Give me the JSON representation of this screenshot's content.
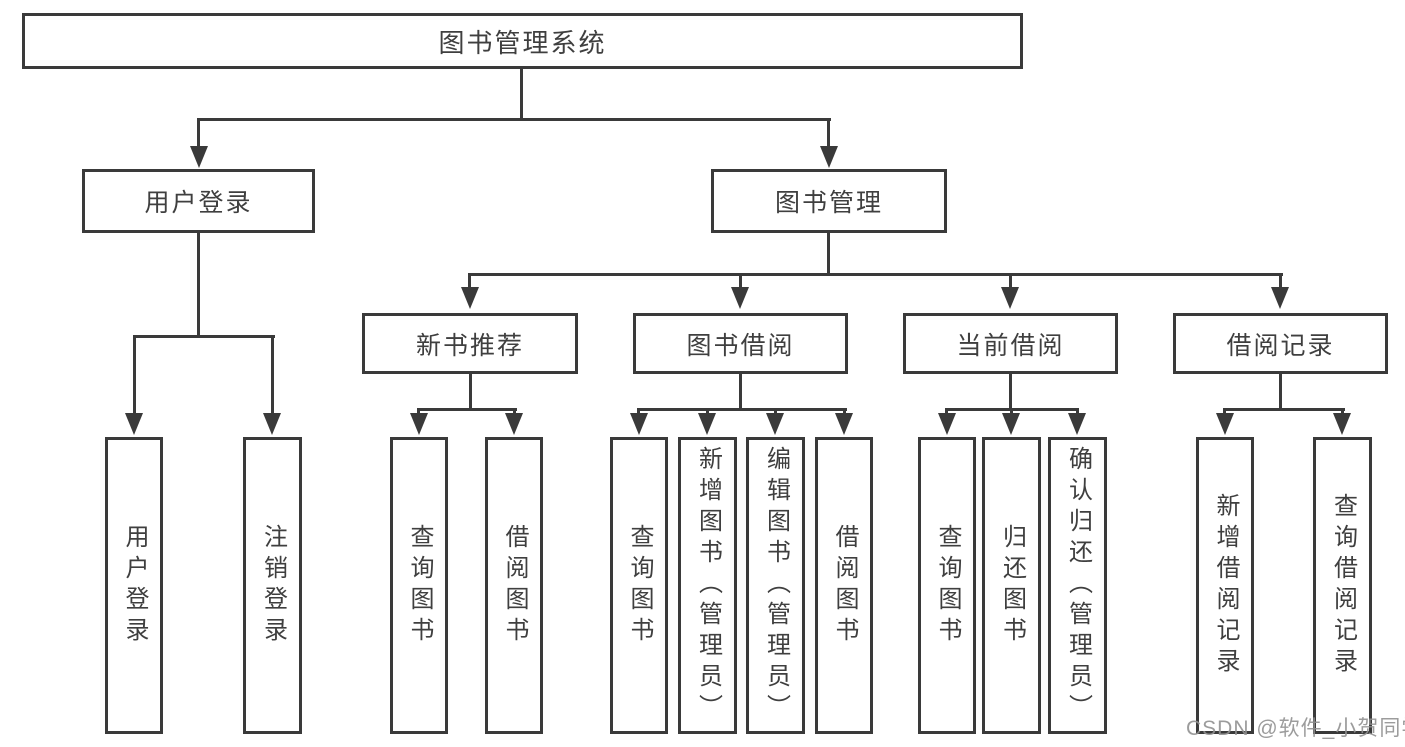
{
  "tree": {
    "root": {
      "label": "图书管理系统"
    },
    "children": [
      {
        "label": "用户登录",
        "children": [
          {
            "label": "用户登录"
          },
          {
            "label": "注销登录"
          }
        ]
      },
      {
        "label": "图书管理",
        "children": [
          {
            "label": "新书推荐",
            "children": [
              {
                "label": "查询图书"
              },
              {
                "label": "借阅图书"
              }
            ]
          },
          {
            "label": "图书借阅",
            "children": [
              {
                "label": "查询图书"
              },
              {
                "label": "新增图书（管理员）"
              },
              {
                "label": "编辑图书（管理员）"
              },
              {
                "label": "借阅图书"
              }
            ]
          },
          {
            "label": "当前借阅",
            "children": [
              {
                "label": "查询图书"
              },
              {
                "label": "归还图书"
              },
              {
                "label": "确认归还（管理员）"
              }
            ]
          },
          {
            "label": "借阅记录",
            "children": [
              {
                "label": "新增借阅记录"
              },
              {
                "label": "查询借阅记录"
              }
            ]
          }
        ]
      }
    ]
  },
  "watermark": {
    "text": "CSDN @软件_小贺同学"
  }
}
